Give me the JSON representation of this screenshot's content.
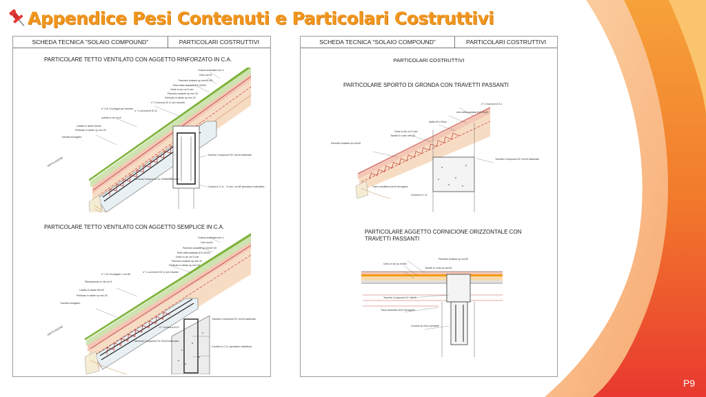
{
  "slide": {
    "title": "Appendice Pesi Contenuti e Particolari Costruttivi",
    "page_number": "P9",
    "title_color": "#f0961e",
    "accent_colors": [
      "#f9a825",
      "#f57c00",
      "#e53935"
    ]
  },
  "left_sheet": {
    "header_left": "SCHEDA TECNICA \"SOLAIO COMPOUND\"",
    "header_right": "PARTICOLARI COSTRUTTIVI",
    "figure1": {
      "caption": "PARTICOLARE TETTO VENTILATO CON AGGETTO RINFORZATO IN C.A.",
      "labels": {
        "l1": "Guaina ardesiata mm 4",
        "l2": "Oslo mm15",
        "l3": "Pannello isolante sp mm40+40",
        "l4": "Rete elettrosaldata Ø 6 20x20",
        "l5": "Getto in cls cm 5 min",
        "l6": "Pannello isolante sp mm 20",
        "l7": "Perlinato in abete sp mm 20",
        "l8": "n° 2 monconi Ø 12 per travetto",
        "l9": "n° 3 Ø 12 piegati per travetto",
        "l10": "n° 1 correnti inf Ø 12",
        "l11": "soletta in cls cm 8",
        "l12": "Listello in abete 60x40",
        "l13": "Perlinato in abete sp mm 20",
        "l14": "Travetto ferragetto",
        "l15": "VENTILAZIONE",
        "l16": "Travetto Compound S2 10x16 tralicciato",
        "l17": "Mensola Compound S2 10x16 tralicciato",
        "l18": "Cordolo in C.A. - H min. cm 80 (armature indicative)"
      }
    },
    "figure2": {
      "caption": "PARTICOLARE TETTO VENTILATO CON AGGETTO SEMPLICE IN C.A.",
      "labels": {
        "l1": "Guaina ardesiata mm 4",
        "l2": "Osb mm15",
        "l3": "Pannello isolante sp mm40+40",
        "l4": "Rete elettrosaldata Ø 6 20x20",
        "l5": "Getto in cls cm 5 min",
        "l6": "Pannello isolante sp mm 20",
        "l7": "Perlinato in abete sp mm 20",
        "l8": "n° 1 Ø 14 piegato 1 cm 66",
        "l9": "n° 1 correnti inf Ø 14 per travetto",
        "l10": "Riempimento in cls cm 8",
        "l11": "Listello in abete 60x40",
        "l12": "Perlinato in abete sp mm 20",
        "l13": "Travetto ferragetto",
        "l14": "VENTILAZIONE",
        "l15": "Travetto Compound S2 10x16 tralicciato",
        "l16": "n° 1 boiacca Ø 10",
        "l17": "Mensola Compound S2 10x16 tralicciato",
        "l18": "Cordolo in C.A. (armature indicative)"
      }
    }
  },
  "right_sheet": {
    "header_left": "SCHEDA TECNICA \"SOLAIO COMPOUND\"",
    "header_right": "PARTICOLARI COSTRUTTIVI",
    "subheader": "PARTICOLARI COSTRUTTIVI",
    "figure1": {
      "caption": "PARTICOLARE  SPORTO DI GRONDA CON TRAVETTI PASSANTI",
      "labels": {
        "l1": "n° 2 monconi Ø 12",
        "l2": "rete elettrosaldata Ø 6 20x20",
        "l3": "staffe Ø 6 /33cm",
        "l4": "Getto in cls cm 5 min",
        "l5": "Tavelle in cotto mm 30",
        "l6": "Pannello isolante sp mm30",
        "l7": "Travetto Compound S2 10x16 tralicciato",
        "l8": "Trave semilibera 8x10 ferragetto",
        "l9": "Cordolo in C.A."
      }
    },
    "figure2": {
      "caption": "PARTICOLARE  AGGETTO CORNICIONE ORIZZONTALE CON TRAVETTI PASSANTI",
      "labels": {
        "l1": "Pannello isolante sp mm30",
        "l2": "Getto in cls sp mm50",
        "l3": "Tavelle in cotto sp mm30",
        "l4": "Travetto Compound S1 10x12",
        "l5": "Trave tamellare 8x10 ferragetto",
        "l6": "Cordolo su muro portante"
      }
    }
  }
}
